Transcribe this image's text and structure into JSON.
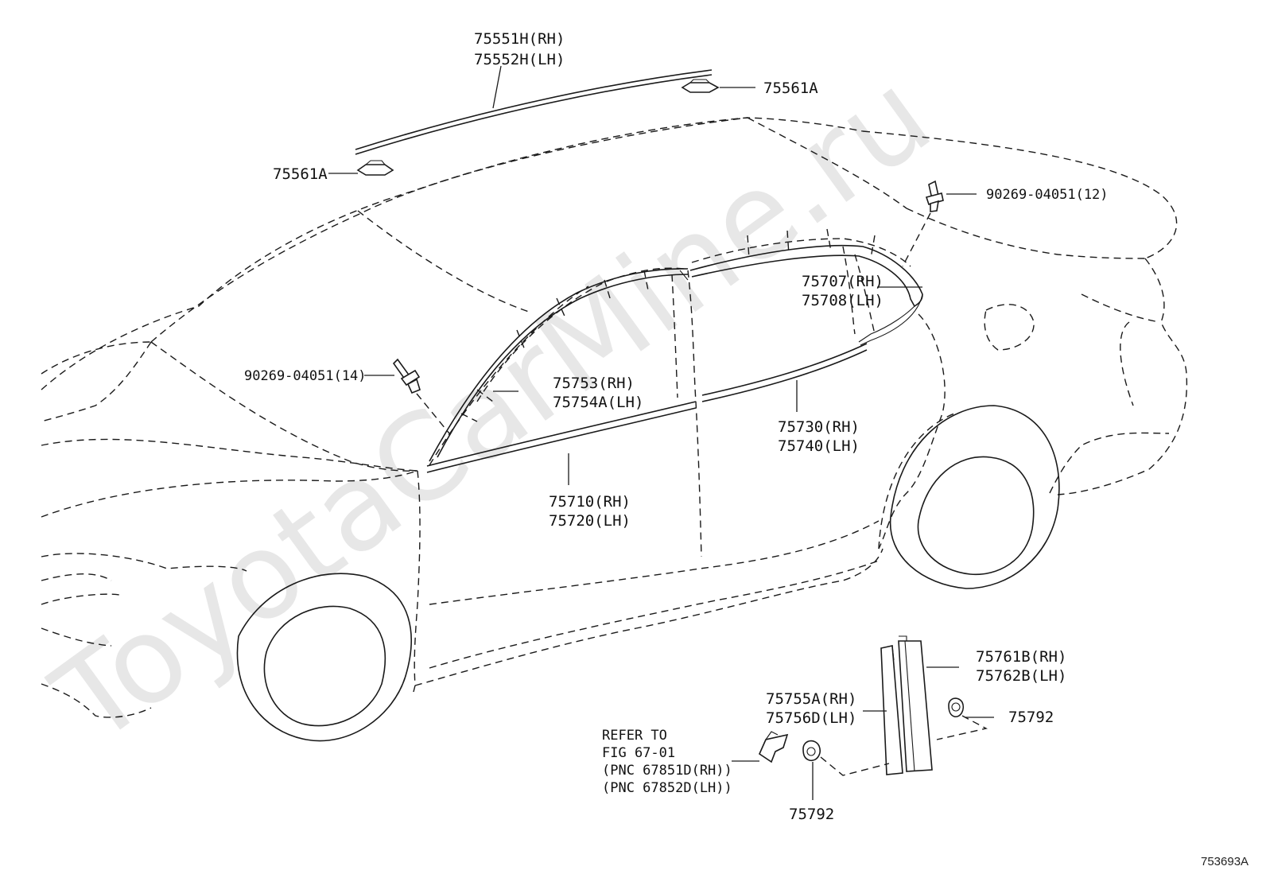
{
  "watermark": "ToyotaCarMine.ru",
  "figure_code": "753693A",
  "callouts": {
    "roof_molding_rh": "75551H(RH)",
    "roof_molding_lh": "75552H(LH)",
    "clip_75561a_rear": "75561A",
    "clip_75561a_front": "75561A",
    "rivet_rear": "90269-04051(12)",
    "rivet_front": "90269-04051(14)",
    "rear_door_frame_rh": "75707(RH)",
    "rear_door_frame_lh": "75708(LH)",
    "front_door_frame_rh": "75753(RH)",
    "front_door_frame_lh": "75754A(LH)",
    "rear_belt_molding_rh": "75730(RH)",
    "rear_belt_molding_lh": "75740(LH)",
    "front_belt_molding_rh": "75710(RH)",
    "front_belt_molding_lh": "75720(LH)",
    "center_pillar_rh": "75761B(RH)",
    "center_pillar_lh": "75762B(LH)",
    "front_pillar_rh": "75755A(RH)",
    "front_pillar_lh": "75756D(LH)",
    "clip_75792_right": "75792",
    "clip_75792_bottom": "75792"
  },
  "refer_note": {
    "line1": "REFER TO",
    "line2": "FIG 67-01",
    "line3": "(PNC 67851D(RH))",
    "line4": "(PNC 67852D(LH))"
  }
}
